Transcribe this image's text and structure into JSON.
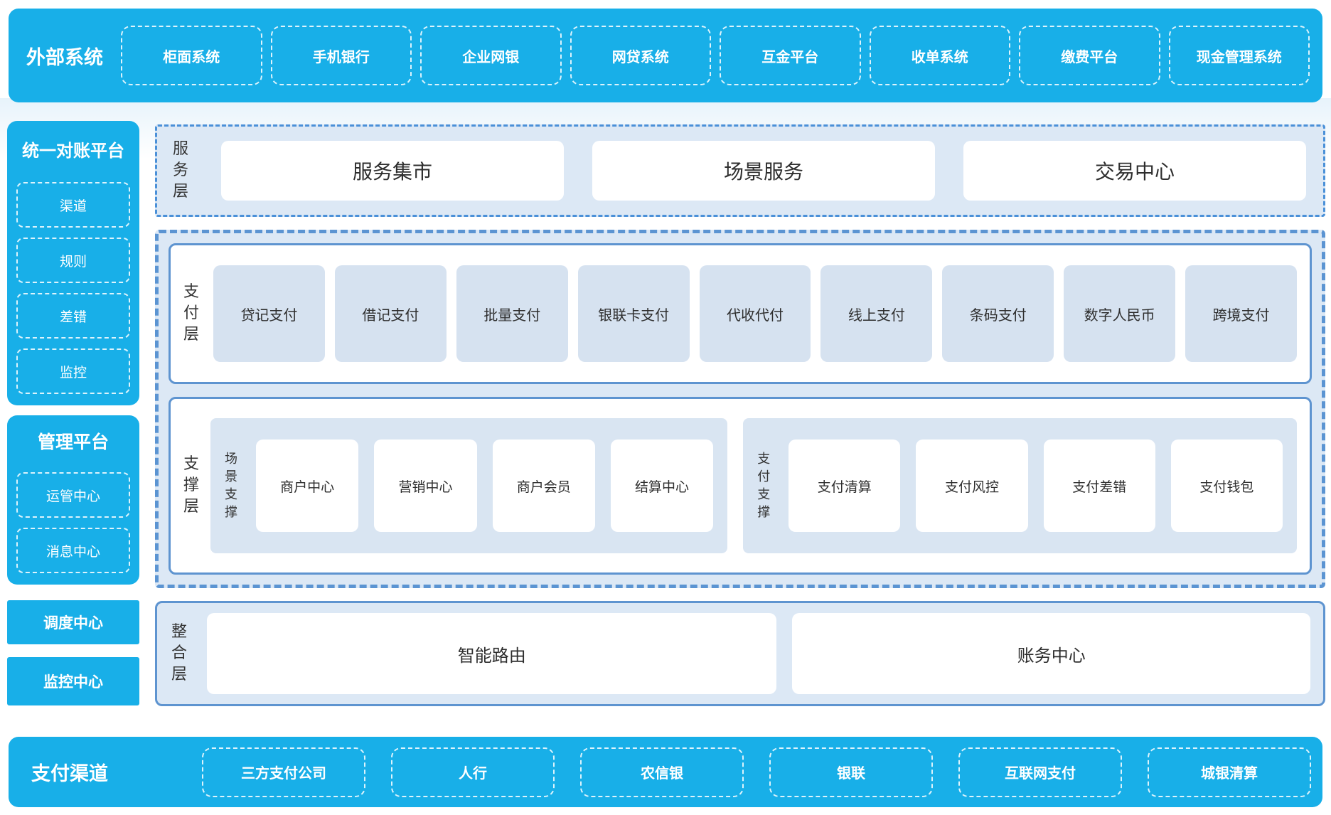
{
  "colors": {
    "accent": "#18afe8",
    "layer_bg": "#dce8f5",
    "box_bg": "#d6e2f0",
    "panel_bg": "#d9e5f2",
    "solid_border": "#5e94d0",
    "dash_border": "#4a90d8",
    "outer_dash": "#5b94d2",
    "text_dark": "#2e2e2e"
  },
  "top_banner": {
    "title": "外部系统",
    "items": [
      "柜面系统",
      "手机银行",
      "企业网银",
      "网贷系统",
      "互金平台",
      "收单系统",
      "缴费平台",
      "现金管理系统"
    ]
  },
  "sidebar": {
    "reconcile": {
      "title": "统一对账平台",
      "items": [
        "渠道",
        "规则",
        "差错",
        "监控"
      ]
    },
    "manage": {
      "title": "管理平台",
      "items": [
        "运管中心",
        "消息中心"
      ]
    },
    "dispatch_center": "调度中心",
    "monitor_center": "监控中心"
  },
  "layers": {
    "service": {
      "label": "服务层",
      "items": [
        "服务集市",
        "场景服务",
        "交易中心"
      ]
    },
    "payment": {
      "label": "支付层",
      "items": [
        "贷记支付",
        "借记支付",
        "批量支付",
        "银联卡支付",
        "代收代付",
        "线上支付",
        "条码支付",
        "数字人民币",
        "跨境支付"
      ]
    },
    "support": {
      "label": "支撑层",
      "groups": [
        {
          "label": "场景支撑",
          "items": [
            "商户中心",
            "营销中心",
            "商户会员",
            "结算中心"
          ]
        },
        {
          "label": "支付支撑",
          "items": [
            "支付清算",
            "支付风控",
            "支付差错",
            "支付钱包"
          ]
        }
      ]
    },
    "integration": {
      "label": "整合层",
      "items": [
        "智能路由",
        "账务中心"
      ]
    }
  },
  "bottom_banner": {
    "title": "支付渠道",
    "items": [
      "三方支付公司",
      "人行",
      "农信银",
      "银联",
      "互联网支付",
      "城银清算"
    ]
  }
}
